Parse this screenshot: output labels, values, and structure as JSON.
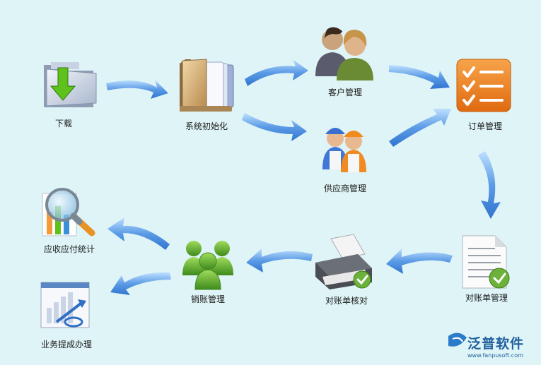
{
  "nodes": {
    "download": "下载",
    "system_init": "系统初始化",
    "customer_mgmt": "客户管理",
    "supplier_mgmt": "供应商管理",
    "order_mgmt": "订单管理",
    "statement_mgmt": "对账单管理",
    "statement_check": "对账单核对",
    "sales_mgmt": "销账管理",
    "ar_ap_stats": "应收应付统计",
    "commission": "业务提成办理"
  },
  "logo": {
    "name": "泛普软件",
    "url": "www.fanpusoft.com"
  },
  "colors": {
    "background": "#dff4f7",
    "arrow": "#5b9be6",
    "order_orange": "#f07f1e",
    "people_green": "#5aa02c",
    "check_green": "#6cb23a"
  },
  "icons": {
    "download": "folder-download-icon",
    "system_init": "folder-files-icon",
    "customer_mgmt": "customers-icon",
    "supplier_mgmt": "workers-icon",
    "order_mgmt": "checklist-icon",
    "statement_mgmt": "document-check-icon",
    "statement_check": "printer-check-icon",
    "sales_mgmt": "group-icon",
    "ar_ap_stats": "chart-magnifier-icon",
    "commission": "report-chart-icon"
  }
}
